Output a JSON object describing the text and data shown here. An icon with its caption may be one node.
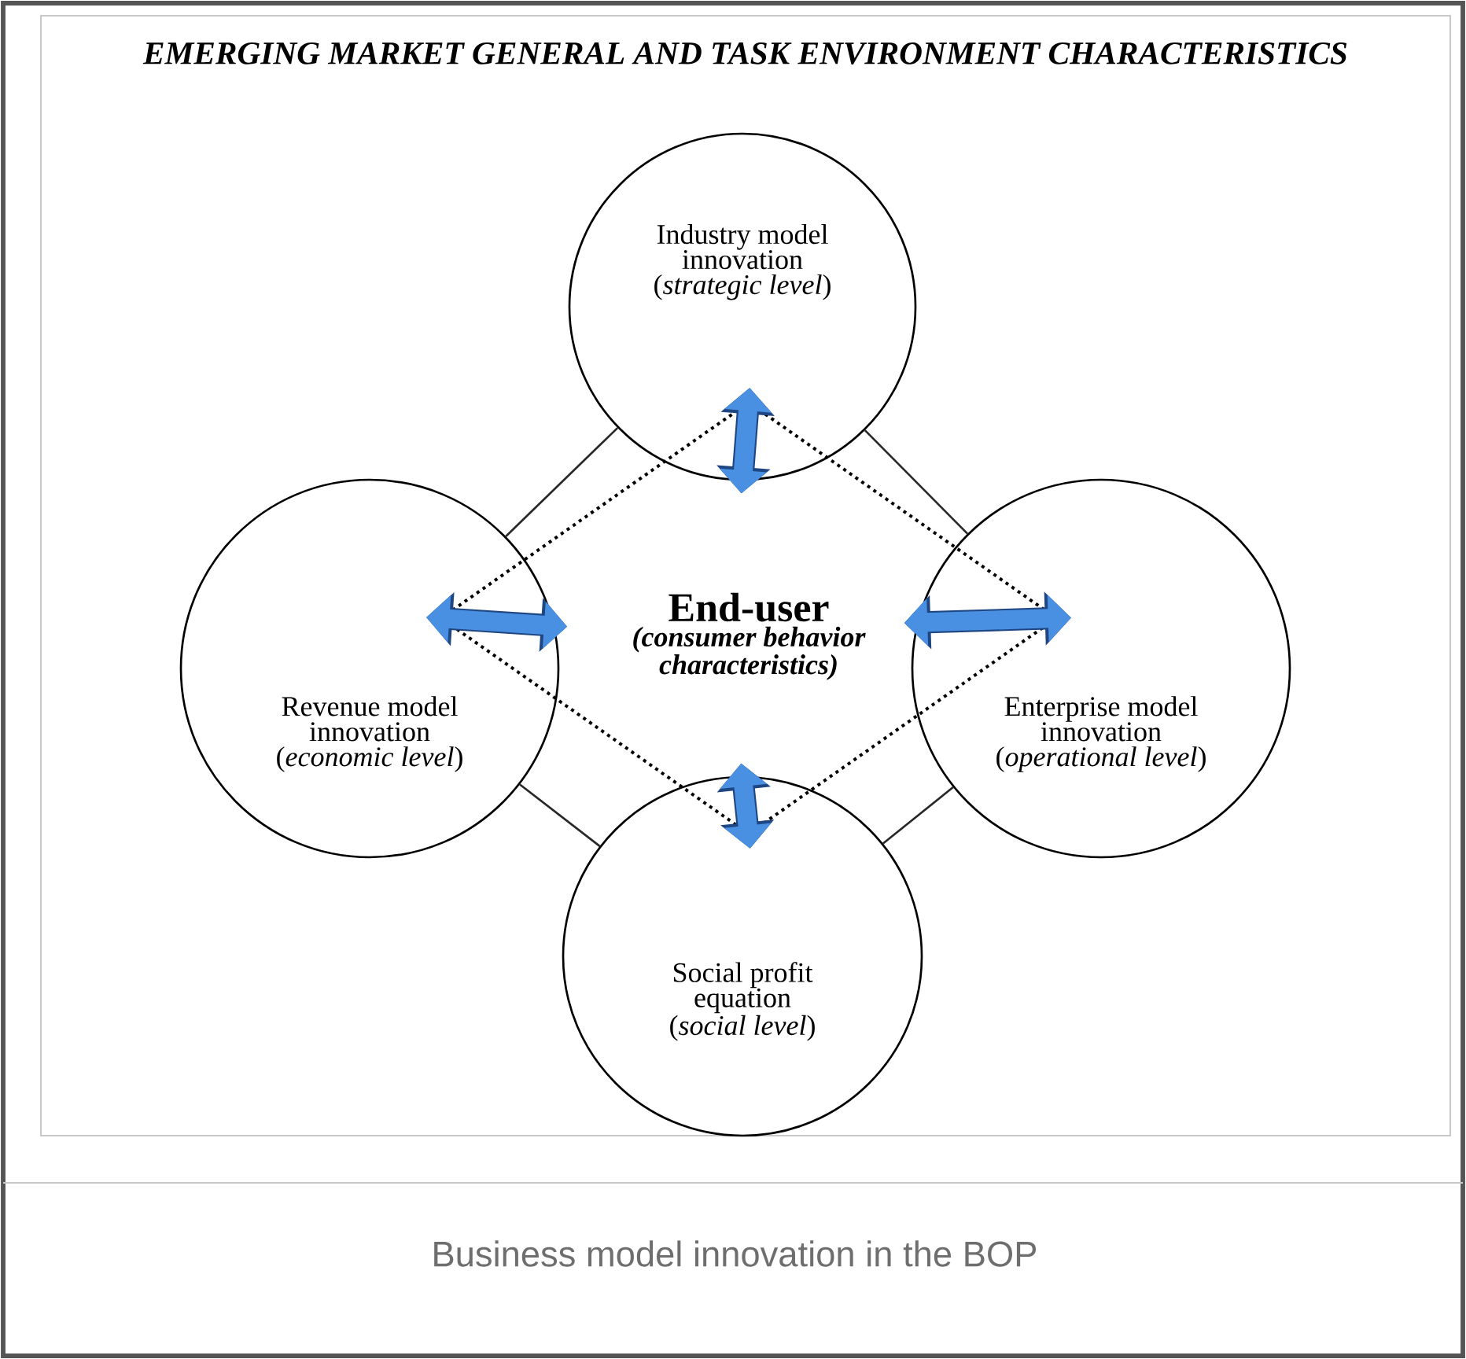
{
  "diagram": {
    "title": "EMERGING MARKET GENERAL AND TASK ENVIRONMENT CHARACTERISTICS",
    "caption": "Business model innovation in the BOP",
    "nodes": [
      {
        "text": [
          "Industry model innovation",
          "(*strategic level*)"
        ]
      },
      {
        "text": [
          "Revenue model innovation",
          "(*economic level*)"
        ]
      },
      {
        "text": [
          "End-user",
          "(consumer behavior characteristics)"
        ]
      },
      {
        "text": [
          "Enterprise model innovation",
          "(*operational level*)"
        ]
      },
      {
        "text": [
          "Social profit equation",
          "(*social level*)"
        ]
      }
    ],
    "edges": [
      {
        "from": 0,
        "to": 1,
        "arrow": "none"
      },
      {
        "from": 0,
        "to": 3,
        "arrow": "none"
      },
      {
        "from": 1,
        "to": 4,
        "arrow": "none"
      },
      {
        "from": 3,
        "to": 4,
        "arrow": "none"
      },
      {
        "from": 2,
        "to": 0,
        "arrow": "both",
        "style": "thick",
        "color": "#4a90e2"
      },
      {
        "from": 2,
        "to": 1,
        "arrow": "both",
        "style": "thick",
        "color": "#4a90e2"
      },
      {
        "from": 2,
        "to": 3,
        "arrow": "both",
        "style": "thick",
        "color": "#4a90e2"
      },
      {
        "from": 2,
        "to": 4,
        "arrow": "both",
        "style": "thick",
        "color": "#4a90e2"
      }
    ]
  }
}
